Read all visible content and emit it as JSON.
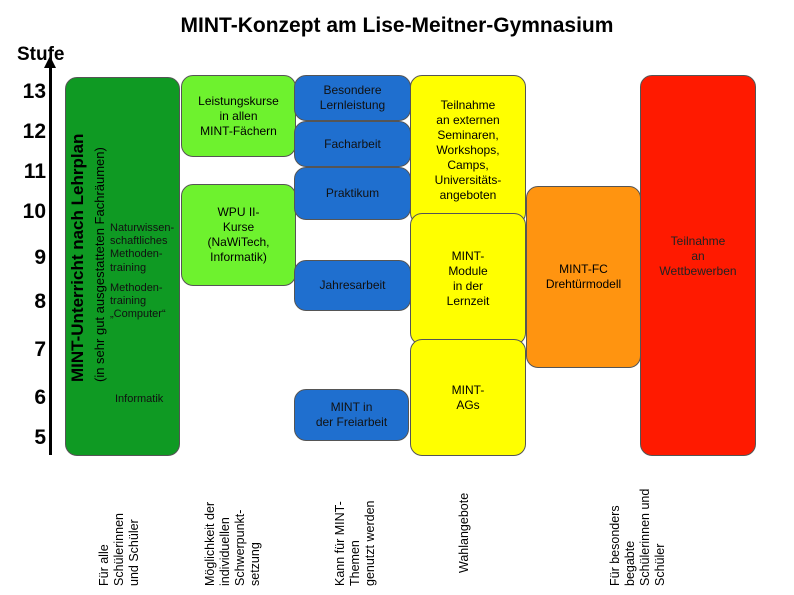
{
  "title": "MINT-Konzept am Lise-Meitner-Gymnasium",
  "axis": {
    "label": "Stufe",
    "ticks": [
      "13",
      "12",
      "11",
      "10",
      "9",
      "8",
      "7",
      "6",
      "5"
    ]
  },
  "columns": {
    "lehrplan": {
      "heading": "MINT-Unterricht nach Lehrplan",
      "subheading": "(in sehr gut ausgestatteten Fachräumen)",
      "items": [
        "Naturwissen-\nschaftliches\nMethoden-\ntraining",
        "Methoden-\ntraining\n„Computer“",
        "Informatik"
      ]
    },
    "wpu": {
      "leistungskurse": "Leistungskurse\nin allen\nMINT-Fächern",
      "wpu2": "WPU II-\nKurse\n(NaWiTech,\nInformatik)"
    },
    "blue": {
      "besondere": "Besondere\nLernleistung",
      "facharbeit": "Facharbeit",
      "praktikum": "Praktikum",
      "jahresarbeit": "Jahresarbeit",
      "freiarbeit": "MINT in\nder Freiarbeit"
    },
    "yellow": {
      "seminare": "Teilnahme\nan externen\nSeminaren,\nWorkshops,\nCamps,\nUniversitäts-\nangeboten",
      "module": "MINT-\nModule\nin der\nLernzeit",
      "ags": "MINT-\nAGs"
    },
    "orange": {
      "drehtuer": "MINT-FC\nDrehtürmodell"
    },
    "red": {
      "wettbewerbe": "Teilnahme\nan\nWettbewerben"
    }
  },
  "bottom_labels": {
    "alle": "Für alle\nSchülerinnen\nund Schüler",
    "schwerpunkt": "Möglichkeit der\nindividuellen\nSchwerpunkt-\nsetzung",
    "themen": "Kann für MINT-\nThemen\ngenutzt werden",
    "wahl": "Wahlangebote",
    "begabte": "Für besonders\nbegabte\nSchülerinnen und\nSchüler"
  },
  "colors": {
    "green_dark": "#0f9a23",
    "green_light": "#6ef22e",
    "blue": "#1f6fcf",
    "yellow": "#ffff00",
    "orange": "#ff9410",
    "red": "#ff1a00"
  }
}
